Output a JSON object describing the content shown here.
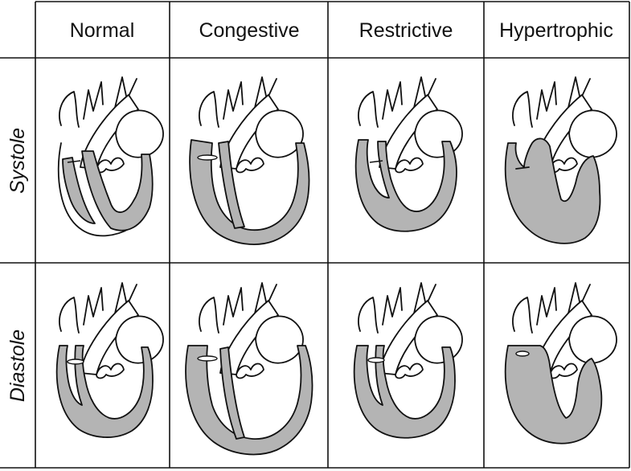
{
  "columns": [
    "Normal",
    "Congestive",
    "Restrictive",
    "Hypertrophic"
  ],
  "rows": [
    "Systole",
    "Diastole"
  ],
  "colors": {
    "myocardium": "#b4b4b4",
    "line": "#111111",
    "background": "#ffffff"
  },
  "hearts": [
    {
      "row": "Systole",
      "column": "Normal",
      "icon": "heart-normal-systole-icon"
    },
    {
      "row": "Systole",
      "column": "Congestive",
      "icon": "heart-congestive-systole-icon"
    },
    {
      "row": "Systole",
      "column": "Restrictive",
      "icon": "heart-restrictive-systole-icon"
    },
    {
      "row": "Systole",
      "column": "Hypertrophic",
      "icon": "heart-hypertrophic-systole-icon"
    },
    {
      "row": "Diastole",
      "column": "Normal",
      "icon": "heart-normal-diastole-icon"
    },
    {
      "row": "Diastole",
      "column": "Congestive",
      "icon": "heart-congestive-diastole-icon"
    },
    {
      "row": "Diastole",
      "column": "Restrictive",
      "icon": "heart-restrictive-diastole-icon"
    },
    {
      "row": "Diastole",
      "column": "Hypertrophic",
      "icon": "heart-hypertrophic-diastole-icon"
    }
  ]
}
